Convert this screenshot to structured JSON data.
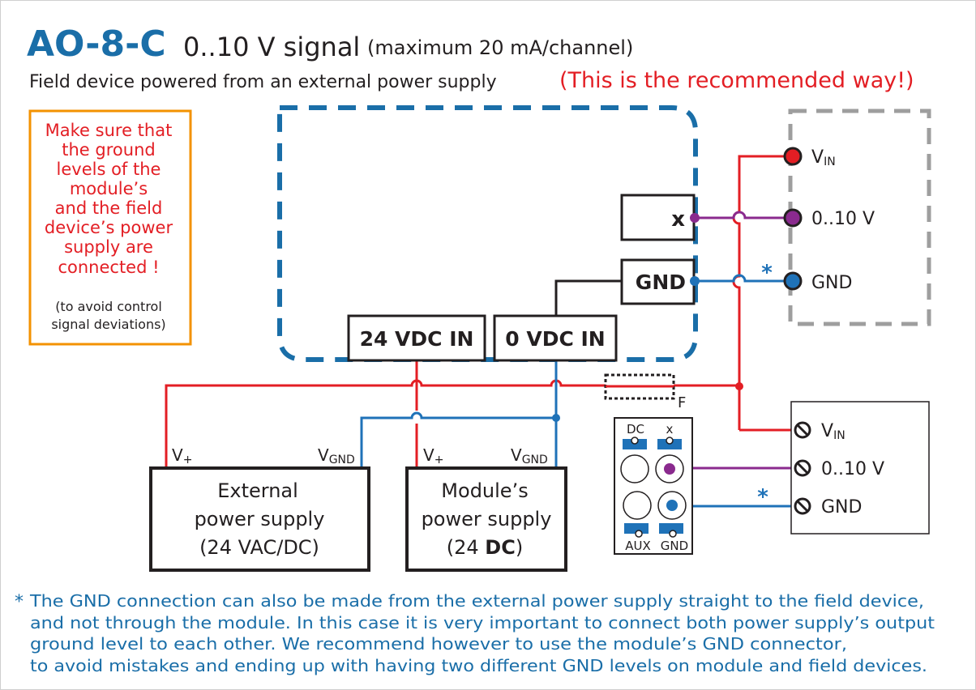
{
  "header": {
    "model": "AO-8-C",
    "signal": "0..10 V signal",
    "signal_note": "(maximum 20 mA/channel)",
    "subtitle": "Field device powered from an external power supply",
    "recommendation": "(This is the recommended way!)"
  },
  "warning": {
    "lines": [
      "Make sure that",
      "the ground",
      "levels of the",
      "module’s",
      "and the field",
      "device’s power",
      "supply are",
      "connected !"
    ],
    "note_lines": [
      "(to avoid control",
      "signal deviations)"
    ]
  },
  "module": {
    "terminal_x": "x",
    "terminal_gnd": "GND",
    "input_24v": "24 VDC IN",
    "input_0v": "0 VDC IN"
  },
  "field_device_top": {
    "vin": "V",
    "vin_sub": "IN",
    "signal": "0..10 V",
    "gnd": "GND",
    "asterisk": "*"
  },
  "field_device_bottom": {
    "vin": "V",
    "vin_sub": "IN",
    "signal": "0..10 V",
    "gnd": "GND",
    "asterisk": "*"
  },
  "fuse_label": "F",
  "connector": {
    "dc": "DC",
    "x": "x",
    "aux": "AUX",
    "gnd": "GND"
  },
  "ext_supply": {
    "line1": "External",
    "line2": "power supply",
    "line3": "(24 VAC/DC)",
    "vplus": "V",
    "vplus_sub": "+",
    "vgnd": "V",
    "vgnd_sub": "GND"
  },
  "mod_supply": {
    "line1": "Module’s",
    "line2": "power supply",
    "line3_pre": "(24 ",
    "line3_bold": "DC",
    "line3_post": ")",
    "vplus": "V",
    "vplus_sub": "+",
    "vgnd": "V",
    "vgnd_sub": "GND"
  },
  "footnote": {
    "star": "*",
    "lines": [
      "The GND connection can also be made from the external power supply straight to the field device,",
      "and not through the module. In this case it is very important to connect both power supply’s output",
      "ground level to each other. We recommend however to use the module’s GND connector,",
      "to avoid mistakes and ending up with having two different GND levels on module and field devices."
    ]
  },
  "colors": {
    "brand_blue": "#1a6ea8",
    "red": "#e31e24",
    "purple": "#8a2a8e",
    "wire_blue": "#1f72b8",
    "orange": "#f39200",
    "gray": "#9e9e9e",
    "black": "#231f20"
  }
}
